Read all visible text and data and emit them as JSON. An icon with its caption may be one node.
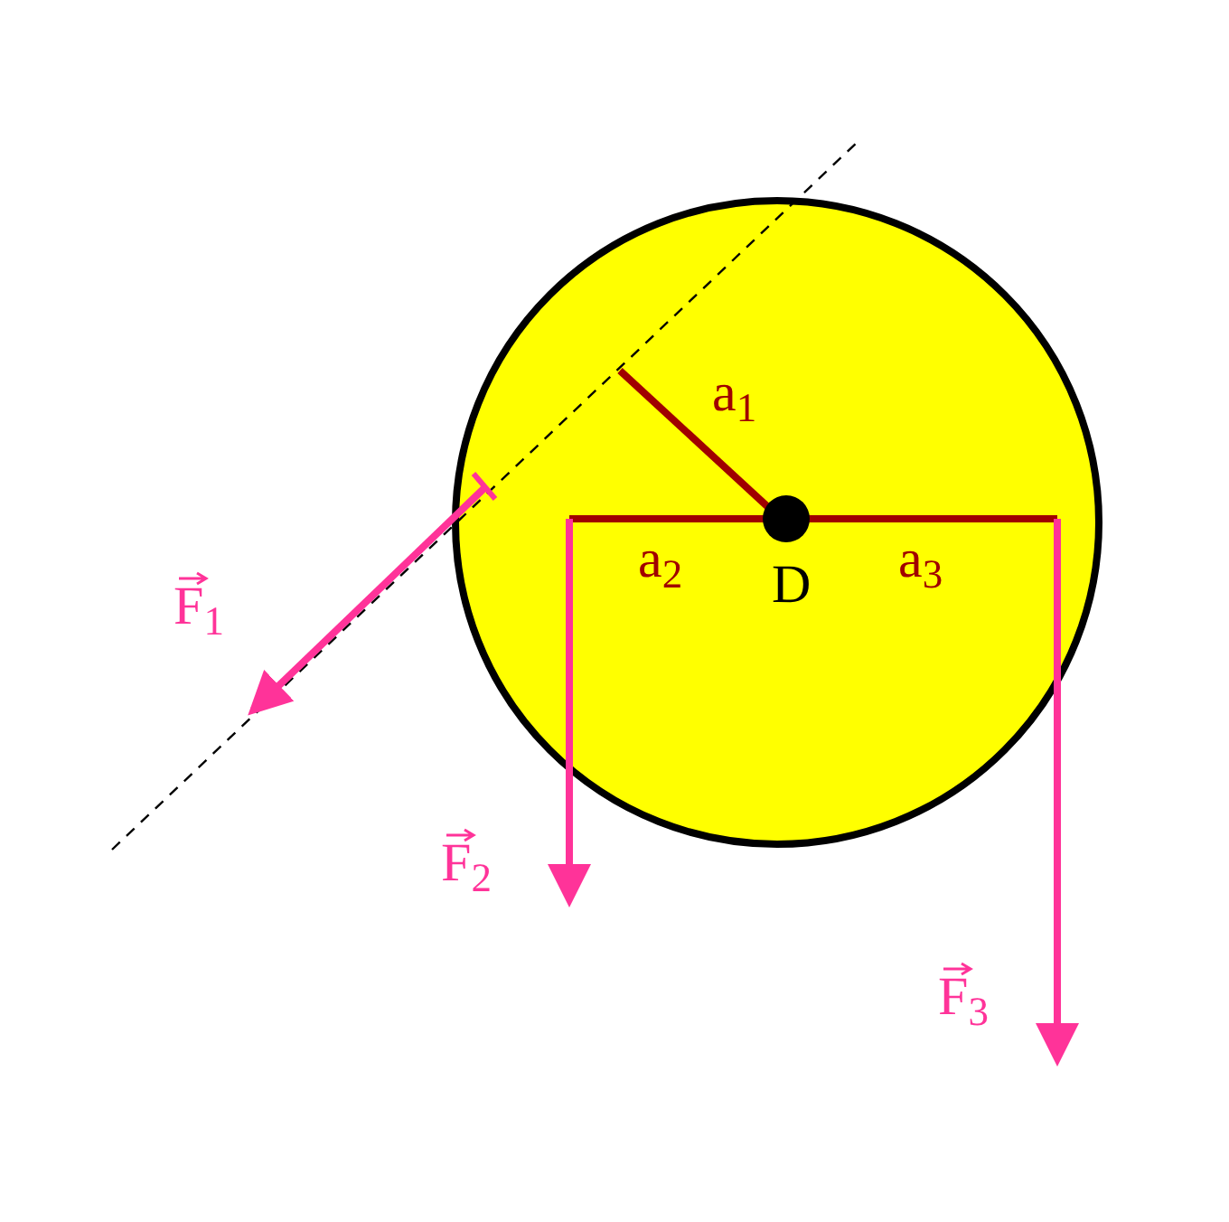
{
  "diagram": {
    "labels": [
      "a$_{1}$",
      "F$_{1}$",
      "a$_{2}$",
      "D",
      "a$_{3}$",
      "F$_{2}$",
      "F$_{3}$"
    ]
  }
}
